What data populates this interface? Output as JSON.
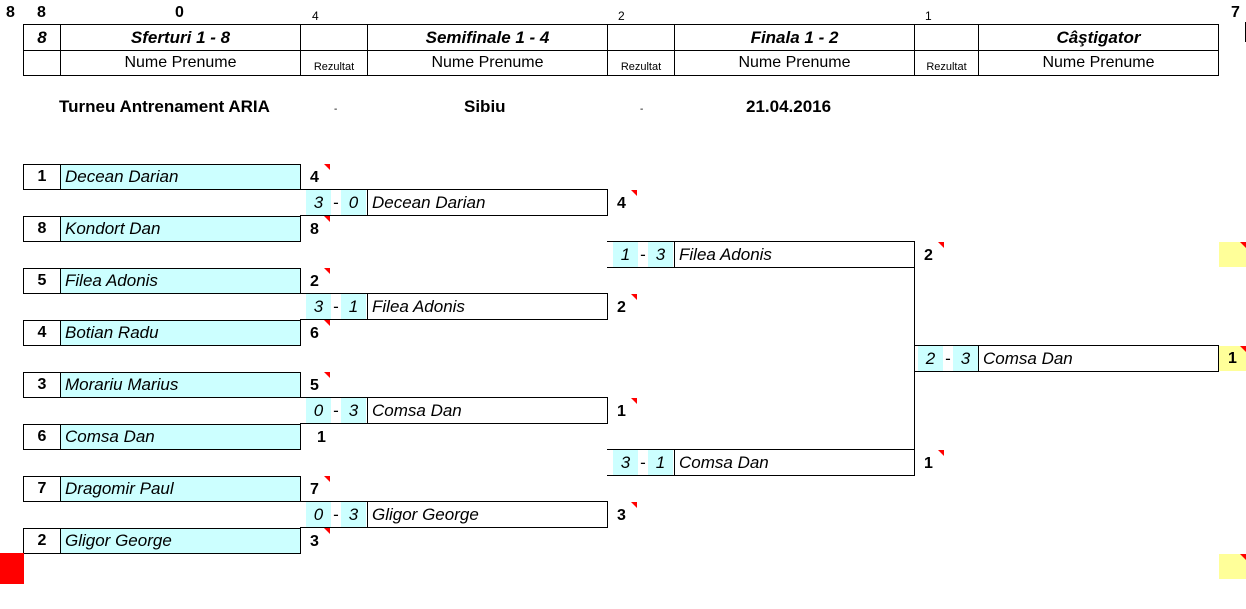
{
  "top_numbers": {
    "a": "8",
    "b": "8",
    "c": "0",
    "d": "4",
    "e": "2",
    "f": "1",
    "g": "7"
  },
  "header": {
    "col0": "8",
    "col1": "Sferturi 1 - 8",
    "col3": "Semifinale 1 - 4",
    "col5": "Finala 1 - 2",
    "col7": "Câştigator",
    "name_label": "Nume Prenume",
    "result_label": "Rezultat"
  },
  "info": {
    "tournament": "Turneu Antrenament ARIA",
    "dash": "-",
    "city": "Sibiu",
    "date": "21.04.2016"
  },
  "quarterfinals": [
    {
      "seed": "1",
      "name": "Decean Darian",
      "score": "4"
    },
    {
      "seed": "8",
      "name": "Kondort Dan",
      "score": "8"
    },
    {
      "seed": "5",
      "name": "Filea Adonis",
      "score": "2"
    },
    {
      "seed": "4",
      "name": "Botian Radu",
      "score": "6"
    },
    {
      "seed": "3",
      "name": "Morariu Marius",
      "score": "5"
    },
    {
      "seed": "6",
      "name": "Comsa Dan",
      "score": "1"
    },
    {
      "seed": "7",
      "name": "Dragomir Paul",
      "score": "7"
    },
    {
      "seed": "2",
      "name": "Gligor George",
      "score": "3"
    }
  ],
  "semifinals": [
    {
      "s1": "3",
      "s2": "0",
      "name": "Decean Darian",
      "score": "4"
    },
    {
      "s1": "3",
      "s2": "1",
      "name": "Filea Adonis",
      "score": "2"
    },
    {
      "s1": "0",
      "s2": "3",
      "name": "Comsa Dan",
      "score": "1"
    },
    {
      "s1": "0",
      "s2": "3",
      "name": "Gligor George",
      "score": "3"
    }
  ],
  "finals": [
    {
      "s1": "1",
      "s2": "3",
      "name": "Filea Adonis",
      "score": "2"
    },
    {
      "s1": "3",
      "s2": "1",
      "name": "Comsa Dan",
      "score": "1"
    }
  ],
  "winner": {
    "s1": "2",
    "s2": "3",
    "name": "Comsa Dan",
    "score": "1"
  },
  "score_dash": "-"
}
